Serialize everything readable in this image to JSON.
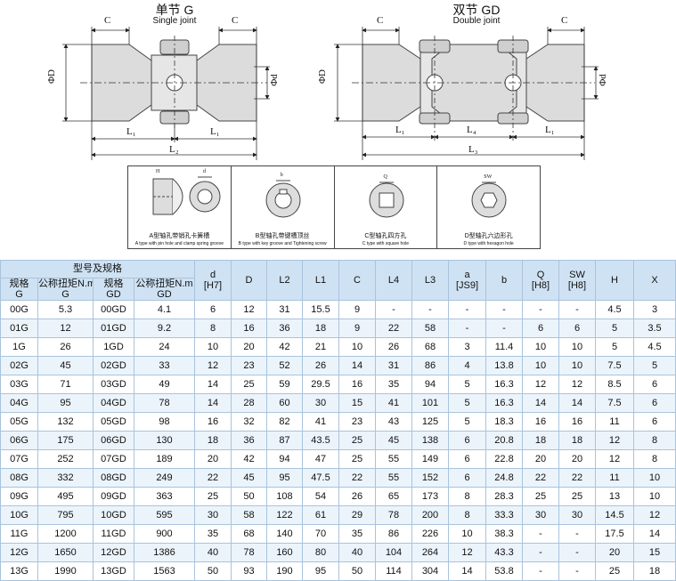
{
  "single": {
    "title_cn": "单节 G",
    "title_en": "Single joint",
    "c": "C",
    "d_big": "ΦD",
    "d_small": "Φd",
    "l1": "L₁",
    "l2": "L₂"
  },
  "double": {
    "title_cn": "双节 GD",
    "title_en": "Double joint",
    "c": "C",
    "d_big": "ΦD",
    "d_small": "Φd",
    "l1": "L₁",
    "l4": "L₄",
    "l3": "L₃"
  },
  "holes": [
    {
      "cn": "A型轴孔带销孔卡簧槽",
      "en": "A type with pin hole and clamp spring groove",
      "dims": [
        "d",
        "H"
      ]
    },
    {
      "cn": "B型轴孔带键槽顶丝",
      "en": "B type with key groove and Tightening screw",
      "dims": [
        "b"
      ]
    },
    {
      "cn": "C型轴孔四方孔",
      "en": "C type with square hole",
      "dims": [
        "Q"
      ]
    },
    {
      "cn": "D型轴孔六边形孔",
      "en": "D type with hexagon hole",
      "dims": [
        "SW"
      ]
    }
  ],
  "table": {
    "group_header": "型号及规格",
    "sub_headers": [
      {
        "cn": "规格",
        "en": "G"
      },
      {
        "cn": "公称扭矩N.m",
        "en": "G"
      },
      {
        "cn": "规格",
        "en": "GD"
      },
      {
        "cn": "公称扭矩N.m",
        "en": "GD"
      }
    ],
    "dim_headers": [
      {
        "top": "d",
        "bottom": "[H7]"
      },
      {
        "top": "D",
        "bottom": ""
      },
      {
        "top": "L2",
        "bottom": ""
      },
      {
        "top": "L1",
        "bottom": ""
      },
      {
        "top": "C",
        "bottom": ""
      },
      {
        "top": "L4",
        "bottom": ""
      },
      {
        "top": "L3",
        "bottom": ""
      },
      {
        "top": "a",
        "bottom": "[JS9]"
      },
      {
        "top": "b",
        "bottom": ""
      },
      {
        "top": "Q",
        "bottom": "[H8]"
      },
      {
        "top": "SW",
        "bottom": "[H8]"
      },
      {
        "top": "H",
        "bottom": ""
      },
      {
        "top": "X",
        "bottom": ""
      }
    ],
    "rows": [
      [
        "00G",
        "5.3",
        "00GD",
        "4.1",
        "6",
        "12",
        "31",
        "15.5",
        "9",
        "-",
        "-",
        "-",
        "-",
        "-",
        "-",
        "4.5",
        "3"
      ],
      [
        "01G",
        "12",
        "01GD",
        "9.2",
        "8",
        "16",
        "36",
        "18",
        "9",
        "22",
        "58",
        "-",
        "-",
        "6",
        "6",
        "5",
        "3.5"
      ],
      [
        "1G",
        "26",
        "1GD",
        "24",
        "10",
        "20",
        "42",
        "21",
        "10",
        "26",
        "68",
        "3",
        "11.4",
        "10",
        "10",
        "5",
        "4.5"
      ],
      [
        "02G",
        "45",
        "02GD",
        "33",
        "12",
        "23",
        "52",
        "26",
        "14",
        "31",
        "86",
        "4",
        "13.8",
        "10",
        "10",
        "7.5",
        "5"
      ],
      [
        "03G",
        "71",
        "03GD",
        "49",
        "14",
        "25",
        "59",
        "29.5",
        "16",
        "35",
        "94",
        "5",
        "16.3",
        "12",
        "12",
        "8.5",
        "6"
      ],
      [
        "04G",
        "95",
        "04GD",
        "78",
        "14",
        "28",
        "60",
        "30",
        "15",
        "41",
        "101",
        "5",
        "16.3",
        "14",
        "14",
        "7.5",
        "6"
      ],
      [
        "05G",
        "132",
        "05GD",
        "98",
        "16",
        "32",
        "82",
        "41",
        "23",
        "43",
        "125",
        "5",
        "18.3",
        "16",
        "16",
        "11",
        "6"
      ],
      [
        "06G",
        "175",
        "06GD",
        "130",
        "18",
        "36",
        "87",
        "43.5",
        "25",
        "45",
        "138",
        "6",
        "20.8",
        "18",
        "18",
        "12",
        "8"
      ],
      [
        "07G",
        "252",
        "07GD",
        "189",
        "20",
        "42",
        "94",
        "47",
        "25",
        "55",
        "149",
        "6",
        "22.8",
        "20",
        "20",
        "12",
        "8"
      ],
      [
        "08G",
        "332",
        "08GD",
        "249",
        "22",
        "45",
        "95",
        "47.5",
        "22",
        "55",
        "152",
        "6",
        "24.8",
        "22",
        "22",
        "11",
        "10"
      ],
      [
        "09G",
        "495",
        "09GD",
        "363",
        "25",
        "50",
        "108",
        "54",
        "26",
        "65",
        "173",
        "8",
        "28.3",
        "25",
        "25",
        "13",
        "10"
      ],
      [
        "10G",
        "795",
        "10GD",
        "595",
        "30",
        "58",
        "122",
        "61",
        "29",
        "78",
        "200",
        "8",
        "33.3",
        "30",
        "30",
        "14.5",
        "12"
      ],
      [
        "11G",
        "1200",
        "11GD",
        "900",
        "35",
        "68",
        "140",
        "70",
        "35",
        "86",
        "226",
        "10",
        "38.3",
        "-",
        "-",
        "17.5",
        "14"
      ],
      [
        "12G",
        "1650",
        "12GD",
        "1386",
        "40",
        "78",
        "160",
        "80",
        "40",
        "104",
        "264",
        "12",
        "43.3",
        "-",
        "-",
        "20",
        "15"
      ],
      [
        "13G",
        "1990",
        "13GD",
        "1563",
        "50",
        "93",
        "190",
        "95",
        "50",
        "114",
        "304",
        "14",
        "53.8",
        "-",
        "-",
        "25",
        "18"
      ]
    ]
  }
}
